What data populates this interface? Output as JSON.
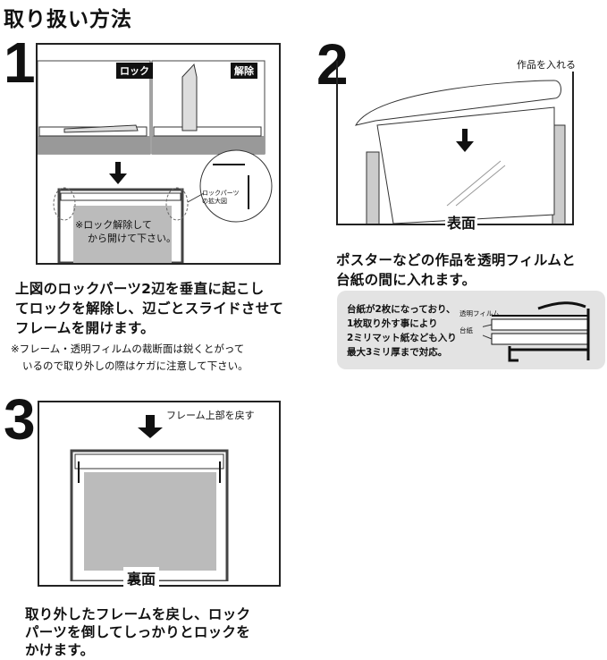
{
  "title": "取り扱い方法",
  "step1": {
    "number": "1",
    "tag_lock": "ロック",
    "tag_unlock": "解除",
    "callout": [
      "ロックパーツ",
      "の拡大図"
    ],
    "panel_note": [
      "※ロック解除して",
      "から開けて下さい。"
    ],
    "text": [
      "上図のロックパーツ2辺を垂直に起こし",
      "てロックを解除し、辺ごとスライドさせて",
      "フレームを開けます。"
    ],
    "note": [
      "※フレーム・透明フィルムの裁断面は鋭くとがって",
      "いるので取り外しの際はケガに注意して下さい。"
    ]
  },
  "step2": {
    "number": "2",
    "label_insert": "作品を入れる",
    "label_front": "表面",
    "text": [
      "ポスターなどの作品を透明フィルムと",
      "台紙の間に入れます。"
    ],
    "info": [
      "台紙が2枚になっており、",
      "1枚取り外す事により",
      "2ミリマット紙なども入り",
      "最大3ミリ厚まで対応。"
    ],
    "label_film": "透明フィルム",
    "label_board": "台紙"
  },
  "step3": {
    "number": "3",
    "label_return": "フレーム上部を戻す",
    "label_back": "裏面",
    "text": [
      "取り外したフレームを戻し、ロック",
      "パーツを倒してしっかりとロックを",
      "かけます。"
    ]
  }
}
